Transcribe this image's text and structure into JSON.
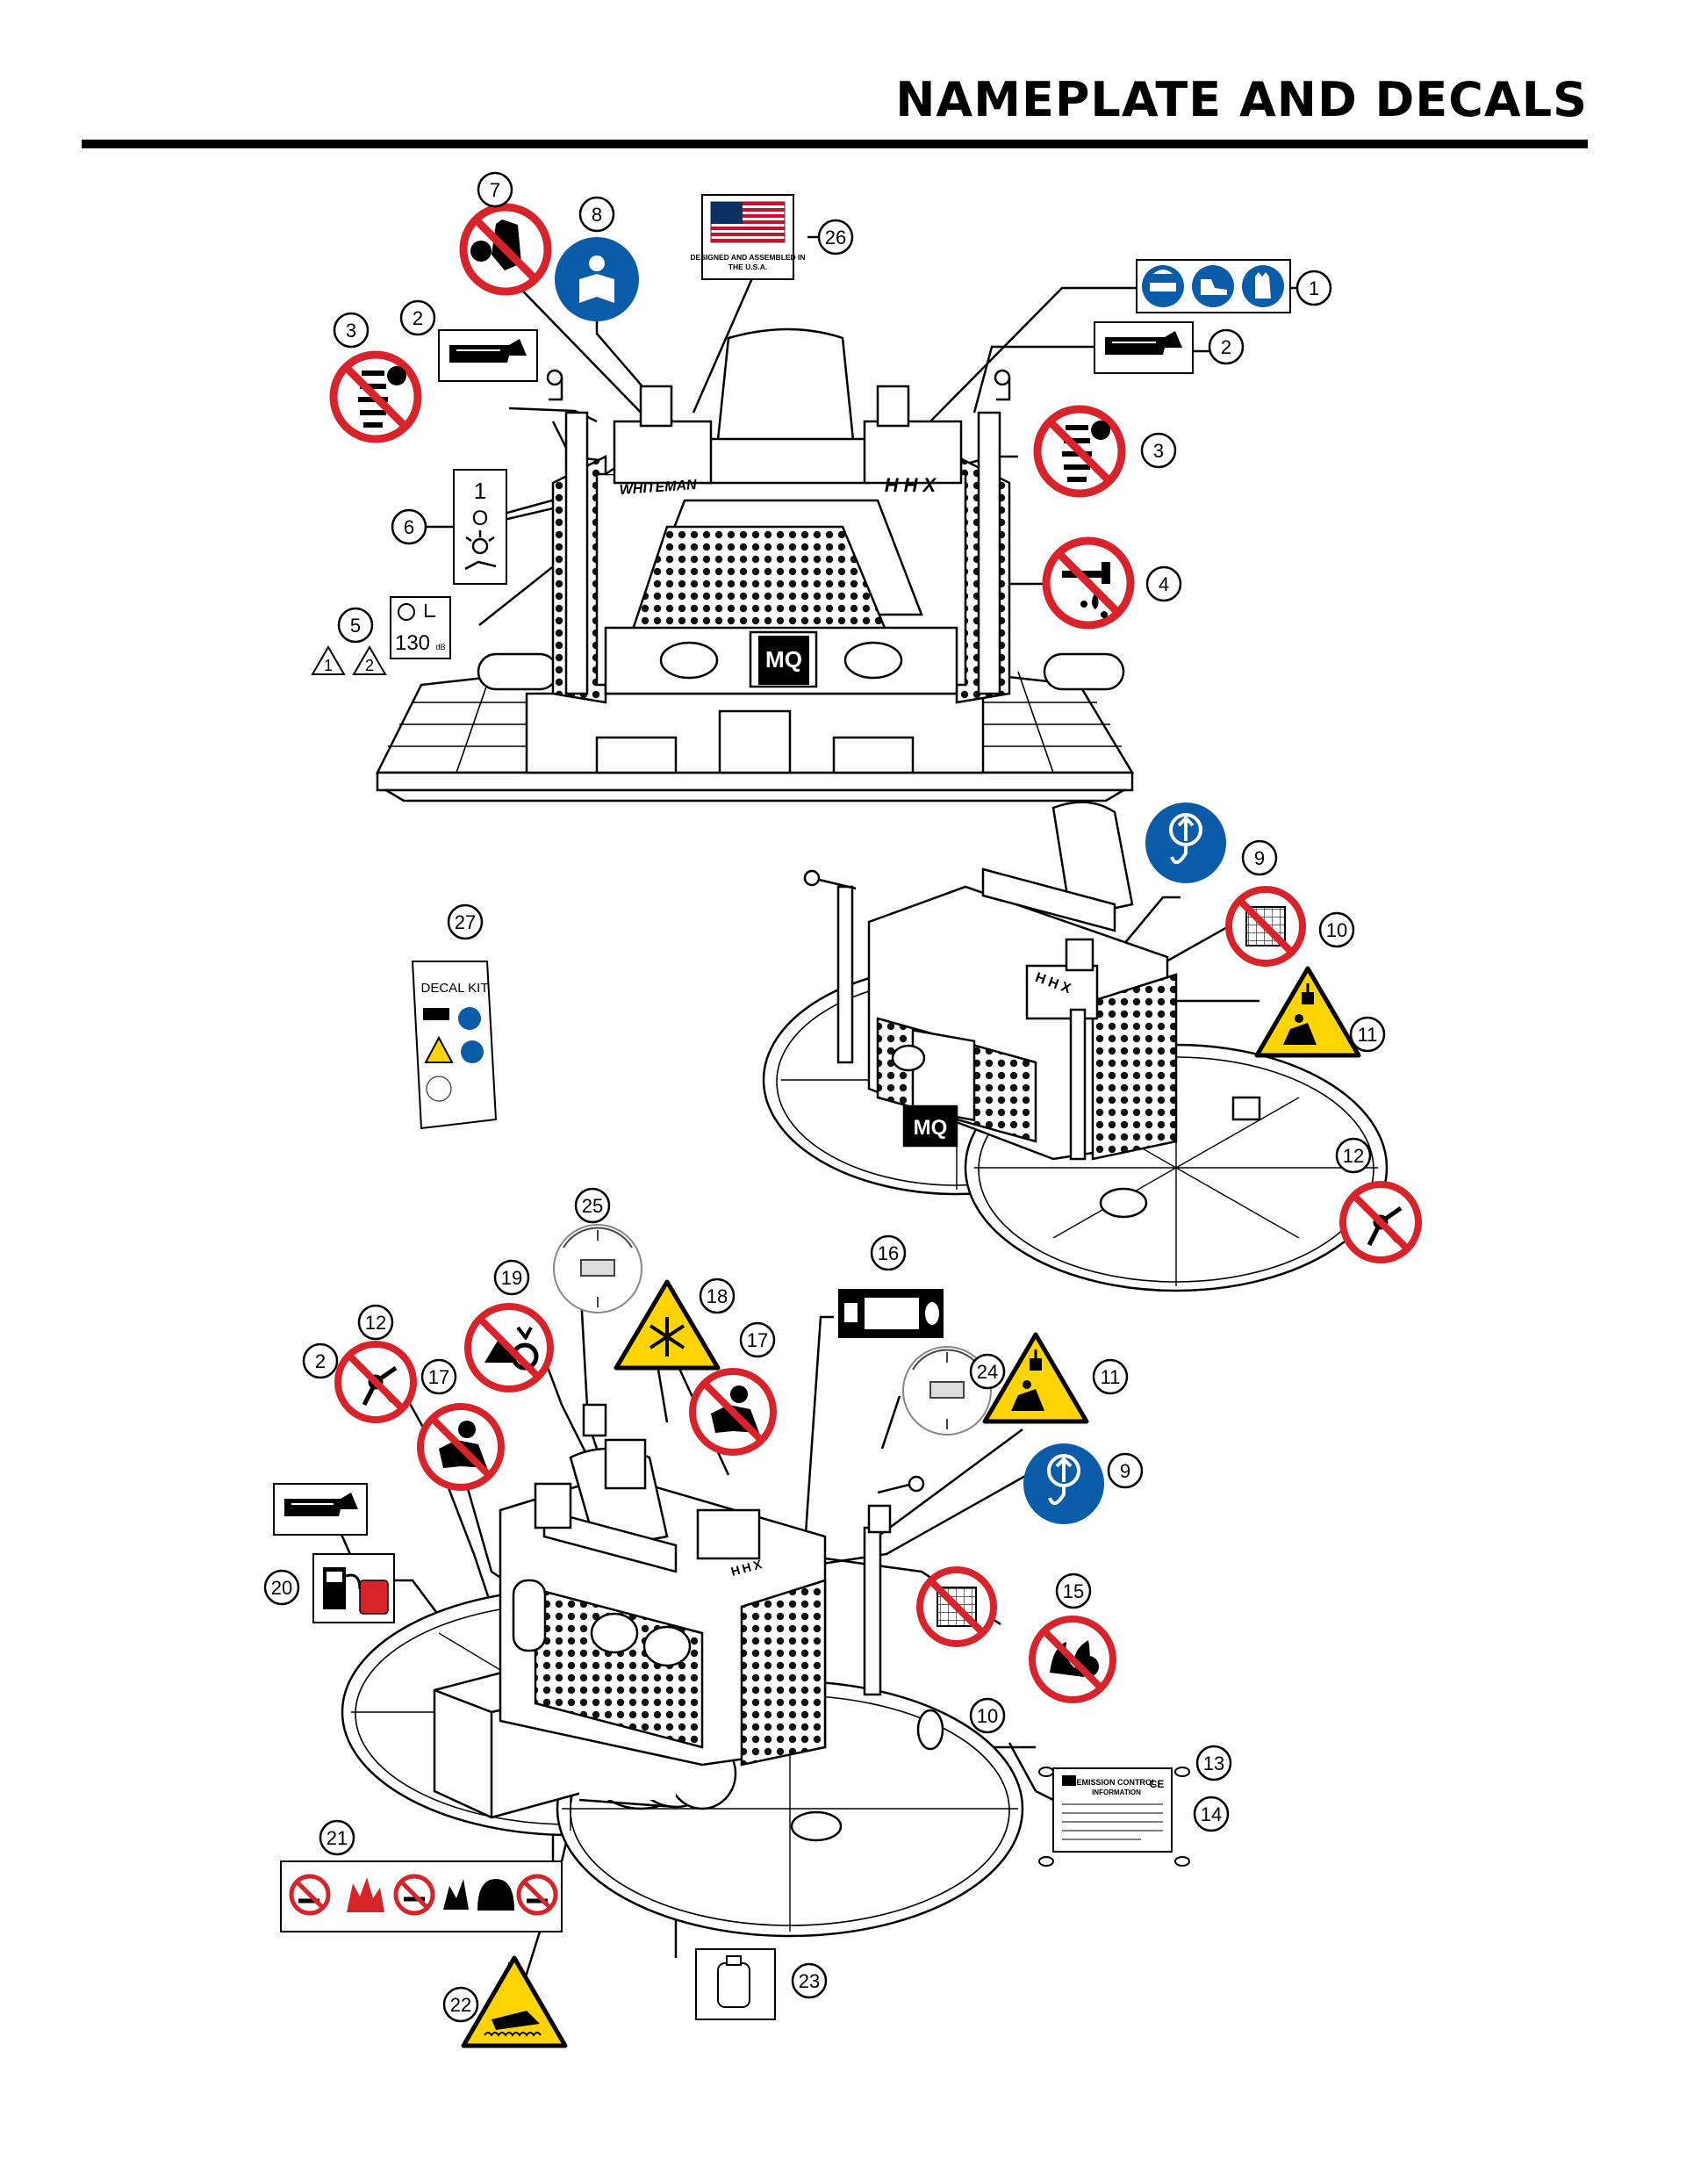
{
  "header": {
    "title": "NAMEPLATE AND DECALS"
  },
  "callouts": [
    "1",
    "2",
    "3",
    "4",
    "5",
    "6",
    "7",
    "8",
    "9",
    "10",
    "11",
    "12",
    "13",
    "14",
    "15",
    "16",
    "17",
    "18",
    "19",
    "20",
    "21",
    "22",
    "23",
    "24",
    "25",
    "26",
    "27"
  ],
  "decal_text": {
    "flag_caption_line1": "DESIGNED AND ASSEMBLED IN",
    "flag_caption_line2": "THE U.S.A.",
    "noise_value": "130",
    "noise_unit": "dB",
    "switch_on": "1",
    "switch_off": "O",
    "warn_1": "1",
    "warn_2": "2",
    "brand_mark": "MQ",
    "brand_name": "WHITEMAN",
    "model": "HHX",
    "kit_title": "DECAL KIT",
    "plate_title_line1": "EMISSION CONTROL",
    "plate_title_line2": "INFORMATION",
    "ce_mark": "CE"
  },
  "colors": {
    "prohibition_red": "#d8232a",
    "mandatory_blue": "#0a5ca8",
    "warning_yellow": "#ffd400",
    "line_black": "#000000"
  },
  "icons": [
    "safety-gear-icon",
    "grease-gun-icon",
    "no-spray-icon",
    "no-water-icon",
    "noise-level-icon",
    "switch-icon",
    "no-touch-icon",
    "read-manual-icon",
    "lift-point-icon",
    "no-step-icon",
    "falling-load-icon",
    "no-rotating-blades-icon",
    "hot-surface-icon",
    "fuel-icon",
    "no-flame-icon",
    "no-lift-person-icon",
    "no-crush-icon",
    "freeze-warning-icon",
    "no-pinch-icon",
    "fuel-pump-icon",
    "no-smoking-strip-icon",
    "cylinder-icon",
    "pitch-control-icon",
    "us-flag-icon",
    "decal-kit-icon",
    "emission-plate-icon",
    "bolt-icon"
  ]
}
